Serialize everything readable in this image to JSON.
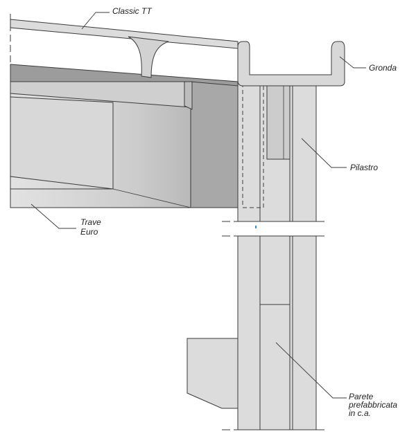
{
  "labels": {
    "classic_tt": "Classic TT",
    "gronda": "Gronda",
    "pilastro": "Pilastro",
    "trave_line1": "Trave",
    "trave_line2": "Euro",
    "parete_line1": "Parete",
    "parete_line2": "prefabbricata",
    "parete_line3": "in c.a."
  },
  "colors": {
    "concrete_light": "#dcdcdc",
    "concrete_mid": "#cfcfcf",
    "concrete_dark": "#9c9c9c",
    "line": "#3a3a3a"
  }
}
